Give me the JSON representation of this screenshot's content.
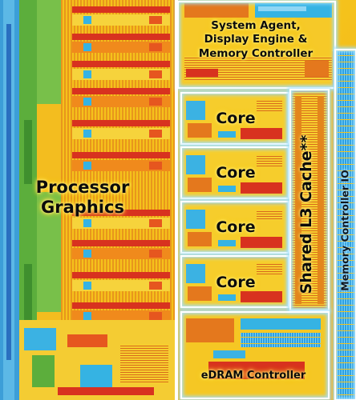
{
  "labels": {
    "processor_graphics": [
      "Processor",
      "Graphics"
    ],
    "system_agent": [
      "System Agent,",
      "Display Engine &",
      "Memory Controller"
    ],
    "cores": [
      "Core",
      "Core",
      "Core",
      "Core"
    ],
    "shared_l3_cache": "Shared L3 Cache**",
    "edram_controller": "eDRAM Controller",
    "memory_controller_io": "Memory Controller IO"
  },
  "colors": {
    "die_yellow": "#f5c21b",
    "die_orange": "#f08a1c",
    "die_red": "#d8321f",
    "die_green": "#5cae3c",
    "die_cyan": "#35b3e3",
    "die_blue": "#2a6fc0",
    "region_border": "#ffffff",
    "glow": "#9fe0ff"
  }
}
